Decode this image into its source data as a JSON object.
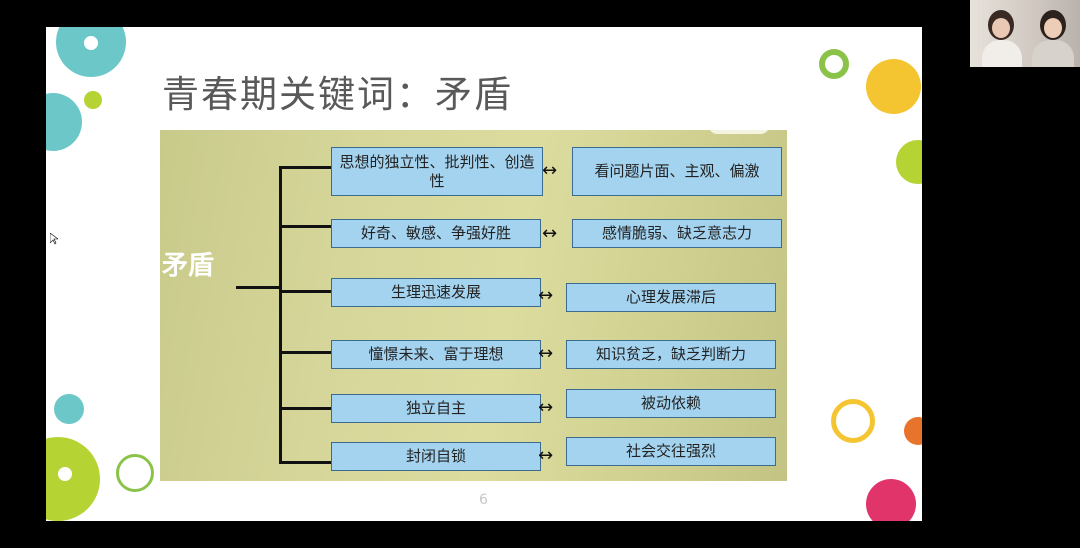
{
  "slide": {
    "title": "青春期关键词：矛盾",
    "page_number": "6"
  },
  "diagram": {
    "root_label": "矛盾",
    "pairs": [
      {
        "left": "思想的独立性、批判性、创造性",
        "arrow": "↔",
        "right": "看问题片面、主观、偏激"
      },
      {
        "left": "好奇、敏感、争强好胜",
        "arrow": "↔",
        "right": "感情脆弱、缺乏意志力"
      },
      {
        "left": "生理迅速发展",
        "arrow": "↔",
        "right": "心理发展滞后"
      },
      {
        "left": "憧憬未来、富于理想",
        "arrow": "↔",
        "right": "知识贫乏，缺乏判断力"
      },
      {
        "left": "独立自主",
        "arrow": "↔",
        "right": "被动依赖"
      },
      {
        "left": "封闭自锁",
        "arrow": "↔",
        "right": "社会交往强烈"
      }
    ]
  },
  "colors": {
    "box_fill": "#a4d3f0",
    "panel": "#d6d69a",
    "teal": "#6cc7c9",
    "lime": "#b6d334",
    "yellow": "#f4c531",
    "pink": "#e0346b",
    "orange": "#e8732a"
  },
  "icons": [
    "mouse-cursor-icon"
  ]
}
